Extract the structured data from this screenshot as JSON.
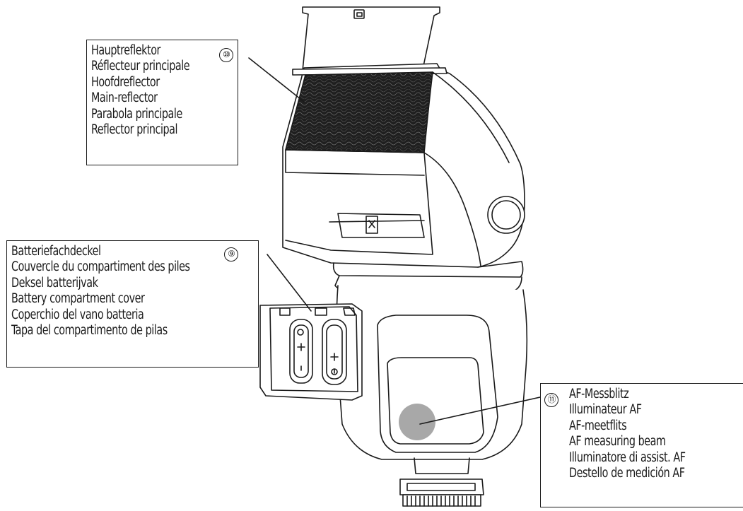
{
  "labels": {
    "reflector": {
      "number": "⑩",
      "lines": [
        "Hauptreflektor",
        "Réflecteur principale",
        "Hoofdreflector",
        "Main-reflector",
        "Parabola principale",
        "Reflector principal"
      ]
    },
    "battery": {
      "number": "⑨",
      "lines": [
        "Batteriefachdeckel",
        "Couvercle du compartiment des piles",
        "Deksel batterijvak",
        "Battery compartment cover",
        "Coperchio del vano batteria",
        "Tapa del compartimento de pilas"
      ]
    },
    "af": {
      "number": "⑪",
      "lines": [
        "AF-Messblitz",
        "Illuminateur AF",
        "AF-meetflits",
        "AF measuring beam",
        "Illuminatore di assist. AF",
        "Destello de medición AF"
      ]
    }
  },
  "colors": {
    "line": "#1a1a1a",
    "af_window": "#a8a8a8",
    "reflector_surface": "#2a2a2a"
  }
}
